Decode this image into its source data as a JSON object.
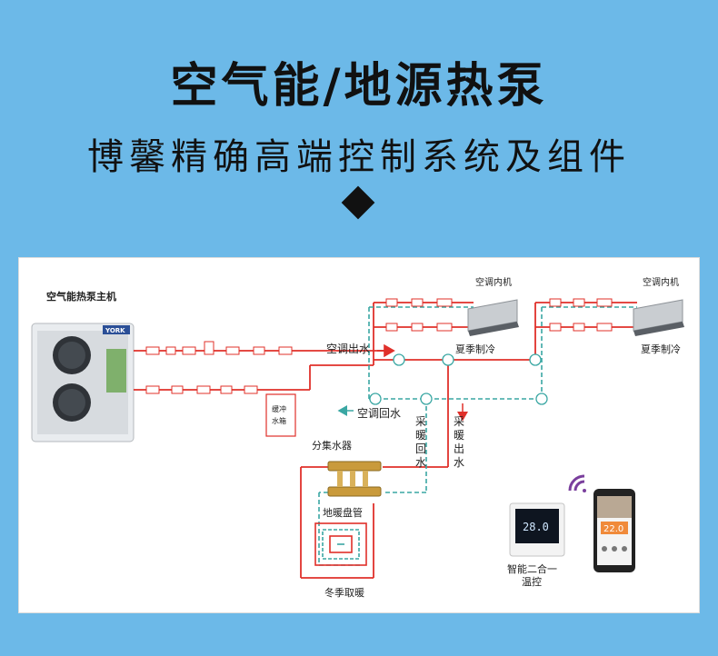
{
  "header": {
    "title": "空气能/地源热泵",
    "subtitle": "博馨精确高端控制系统及组件"
  },
  "diagram": {
    "main_unit_label": "空气能热泵主机",
    "brand": "YORK",
    "indoor_unit_1": "空调内机",
    "indoor_unit_2": "空调内机",
    "summer_cooling_1": "夏季制冷",
    "summer_cooling_2": "夏季制冷",
    "ac_supply": "空调出水",
    "ac_return": "空调回水",
    "buffer_tank_1": "缓冲",
    "buffer_tank_2": "水箱",
    "manifold": "分集水器",
    "floor_coil": "地暖盘管",
    "winter_heating": "冬季取暖",
    "heat_return": [
      "采",
      "暖",
      "回",
      "水"
    ],
    "heat_supply": [
      "采",
      "暖",
      "出",
      "水"
    ],
    "thermostat_1": "智能二合一",
    "thermostat_2": "温控",
    "thermostat_display": "28.0",
    "phone_temp": "22.0"
  },
  "colors": {
    "background": "#6cb9e8",
    "supply_line": "#e0302a",
    "return_line": "#3aa7a3"
  }
}
